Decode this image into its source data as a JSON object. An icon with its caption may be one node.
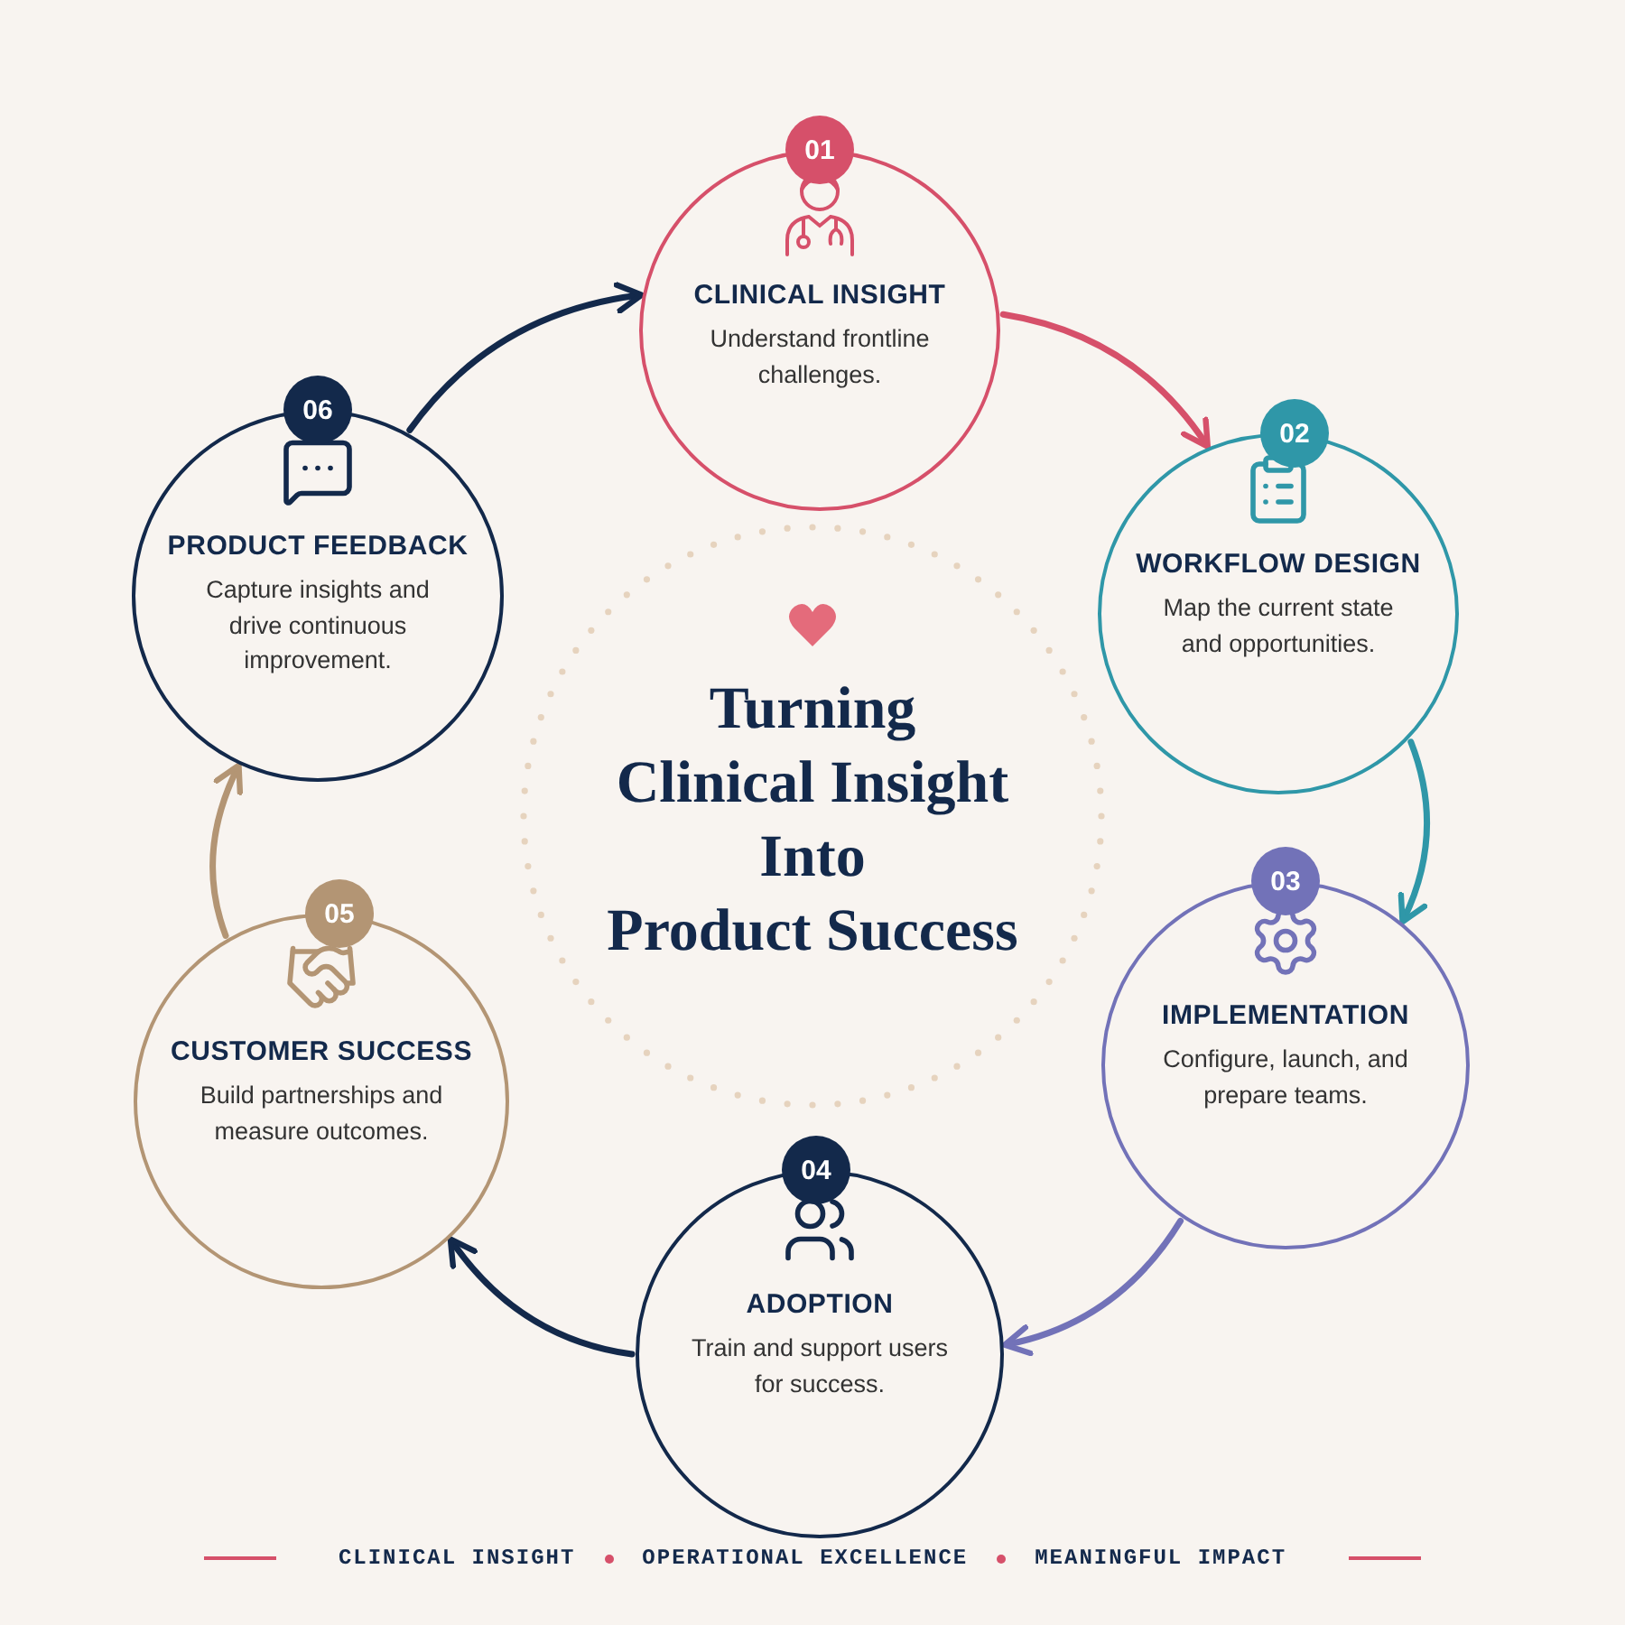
{
  "diagram": {
    "title": "Turning Clinical Insight Into Product Success",
    "nodes": [
      {
        "text": [
          "CLINICAL INSIGHT",
          "Understand frontline challenges."
        ],
        "beside": [
          "01"
        ]
      },
      {
        "text": [
          "WORKFLOW DESIGN",
          "Map the current state and opportunities."
        ],
        "beside": [
          "02"
        ]
      },
      {
        "text": [
          "IMPLEMENTATION",
          "Configure, launch, and prepare teams."
        ],
        "beside": [
          "03"
        ]
      },
      {
        "text": [
          "ADOPTION",
          "Train and support users for success."
        ],
        "beside": [
          "04"
        ]
      },
      {
        "text": [
          "CUSTOMER SUCCESS",
          "Build partnerships and measure outcomes."
        ],
        "beside": [
          "05"
        ]
      },
      {
        "text": [
          "PRODUCT FEEDBACK",
          "Capture insights and drive continuous improvement."
        ],
        "beside": [
          "06"
        ]
      }
    ],
    "edges": [
      {
        "from": 0,
        "to": 1,
        "arrow": "to",
        "color": "#d6506a"
      },
      {
        "from": 1,
        "to": 2,
        "arrow": "to",
        "color": "#2f97a8"
      },
      {
        "from": 2,
        "to": 3,
        "arrow": "to",
        "color": "#7272b8"
      },
      {
        "from": 3,
        "to": 4,
        "arrow": "to",
        "color": "#13294b"
      },
      {
        "from": 4,
        "to": 5,
        "arrow": "to",
        "color": "#b39574"
      },
      {
        "from": 5,
        "to": 0,
        "arrow": "to",
        "color": "#13294b"
      }
    ],
    "labels": [
      "CLINICAL INSIGHT",
      "OPERATIONAL EXCELLENCE",
      "MEANINGFUL IMPACT"
    ]
  }
}
